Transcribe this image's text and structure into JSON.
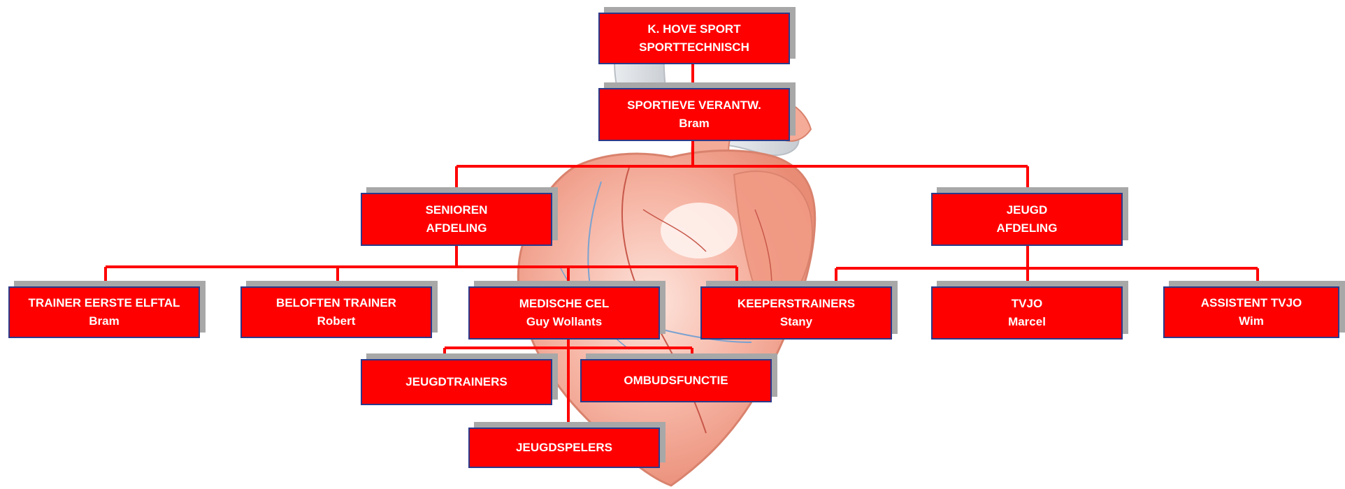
{
  "chart": {
    "nodes": [
      {
        "id": "root",
        "line1": "K. HOVE SPORT",
        "line2": "SPORTTECHNISCH"
      },
      {
        "id": "sportief",
        "line1": "SPORTIEVE VERANTW.",
        "line2": "Bram"
      },
      {
        "id": "senioren",
        "line1": "SENIOREN",
        "line2": "AFDELING"
      },
      {
        "id": "jeugd",
        "line1": "JEUGD",
        "line2": "AFDELING"
      },
      {
        "id": "trainer",
        "line1": "TRAINER EERSTE ELFTAL",
        "line2": "Bram"
      },
      {
        "id": "beloften",
        "line1": "BELOFTEN TRAINER",
        "line2": "Robert"
      },
      {
        "id": "medische",
        "line1": "MEDISCHE CEL",
        "line2": "Guy Wollants"
      },
      {
        "id": "keepers",
        "line1": "KEEPERSTRAINERS",
        "line2": "Stany"
      },
      {
        "id": "tvjo",
        "line1": "TVJO",
        "line2": "Marcel"
      },
      {
        "id": "assistent",
        "line1": "ASSISTENT TVJO",
        "line2": "Wim"
      },
      {
        "id": "jeugdtrainers",
        "line1": "JEUGDTRAINERS",
        "line2": ""
      },
      {
        "id": "ombuds",
        "line1": "OMBUDSFUNCTIE",
        "line2": ""
      },
      {
        "id": "jeugdspelers",
        "line1": "JEUGDSPELERS",
        "line2": ""
      }
    ]
  },
  "colors": {
    "box_fill": "#ff0000",
    "box_border": "#2b3a8a",
    "connector": "#ff0000",
    "shadow": "#a8a8a8",
    "text": "#ffffff"
  },
  "background": {
    "icon": "anatomical-heart-illustration"
  }
}
